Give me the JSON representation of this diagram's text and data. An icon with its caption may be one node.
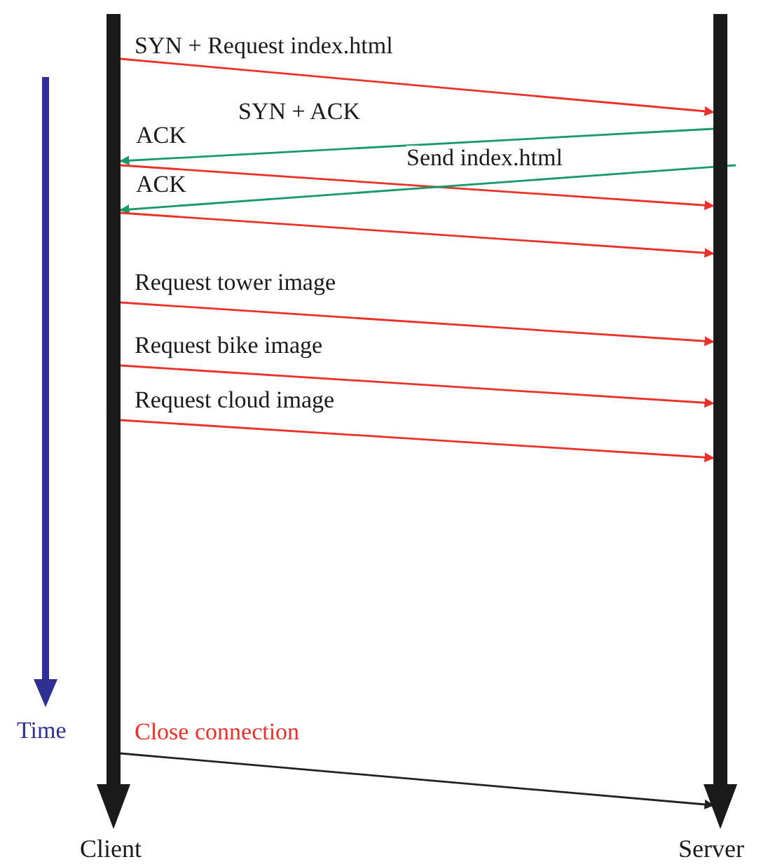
{
  "diagram": {
    "nodes": [
      {
        "text": [],
        "shape": "bar",
        "beside": [
          "Client"
        ]
      },
      {
        "text": [],
        "shape": "bar",
        "beside": [
          "Server"
        ]
      }
    ],
    "edges": [
      {
        "from": 0,
        "to": 1,
        "arrow": "to",
        "label": "SYN + Request index.html"
      },
      {
        "from": 1,
        "to": 0,
        "arrow": "to",
        "label": "SYN + ACK",
        "color": "#1a9a6a"
      },
      {
        "from": 0,
        "to": 1,
        "arrow": "to",
        "label": "ACK"
      },
      {
        "from": 1,
        "to": 0,
        "arrow": "to",
        "label": "Send index.html",
        "color": "#1a9a6a"
      },
      {
        "from": 0,
        "to": 1,
        "arrow": "to",
        "label": "ACK"
      },
      {
        "from": 0,
        "to": 1,
        "arrow": "to",
        "label": "Request tower image"
      },
      {
        "from": 0,
        "to": 1,
        "arrow": "to",
        "label": "Request bike image"
      },
      {
        "from": 0,
        "to": 1,
        "arrow": "to",
        "label": "Request cloud image"
      },
      {
        "from": 0,
        "to": 1,
        "arrow": "to",
        "label": "Close connection",
        "color": "#222222"
      }
    ],
    "labels": [
      "Time"
    ]
  }
}
